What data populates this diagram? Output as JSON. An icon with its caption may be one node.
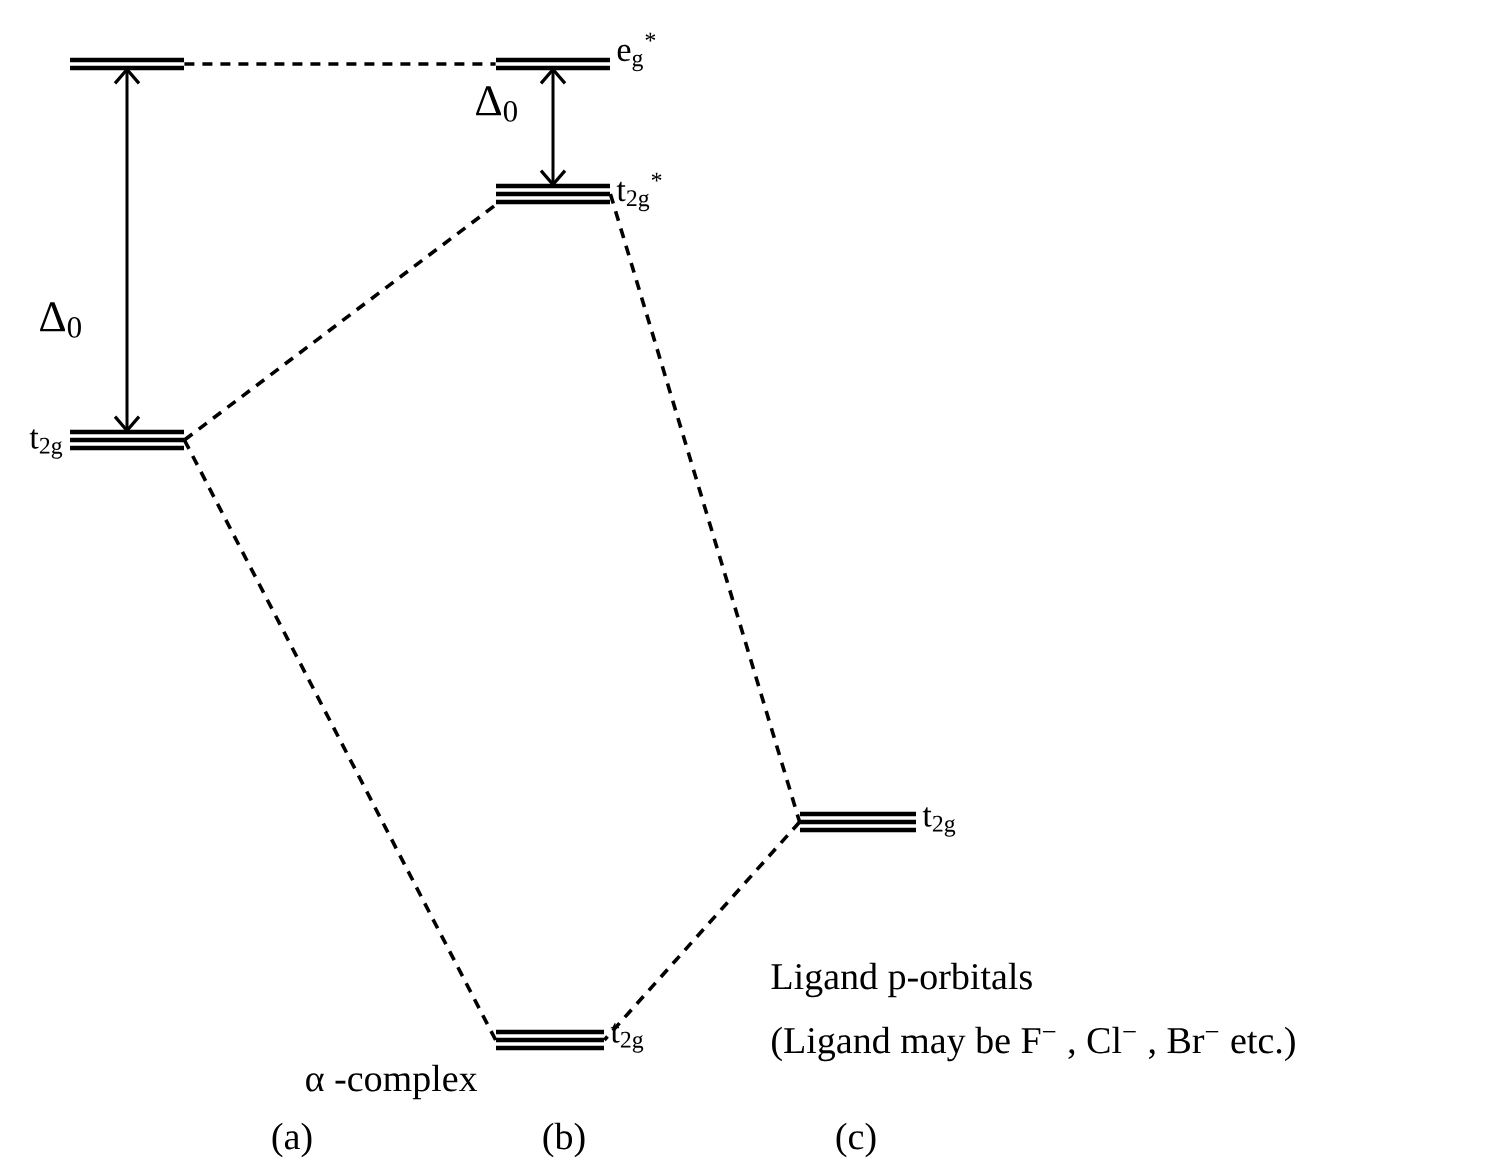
{
  "diagram": {
    "nodes": [
      {
        "text": [],
        "shape": "bar"
      },
      {
        "text": [],
        "shape": "bar",
        "beside": [
          "t$_{2g}$"
        ]
      },
      {
        "text": [],
        "shape": "bar",
        "beside": [
          "e$_{g}$$^{*}$"
        ]
      },
      {
        "text": [],
        "shape": "bar",
        "beside": [
          "t$_{2g}$$^{*}$"
        ]
      },
      {
        "text": [],
        "shape": "bar",
        "beside": [
          "t$_{2g}$"
        ]
      },
      {
        "text": [],
        "shape": "bar",
        "beside": [
          "t$_{2g}$"
        ]
      }
    ],
    "edges": [
      {
        "from": 0,
        "to": 2,
        "arrow": "none",
        "style": "dashed"
      },
      {
        "from": 0,
        "to": 1,
        "arrow": "both",
        "label": "Δ$_{0}$"
      },
      {
        "from": 2,
        "to": 3,
        "arrow": "both",
        "label": "Δ$_{0}$"
      },
      {
        "from": 1,
        "to": 3,
        "arrow": "none",
        "style": "dashed"
      },
      {
        "from": 1,
        "to": 4,
        "arrow": "none",
        "style": "dashed"
      },
      {
        "from": 3,
        "to": 5,
        "arrow": "none",
        "style": "dashed"
      },
      {
        "from": 5,
        "to": 4,
        "arrow": "none",
        "style": "dashed"
      }
    ],
    "labels": [
      "α -complex",
      "Ligand p-orbitals",
      "(Ligand may be F$^{−}$ , Cl$^{−}$ , Br$^{−}$ etc.)",
      "(a)",
      "(b)",
      "(c)"
    ]
  }
}
